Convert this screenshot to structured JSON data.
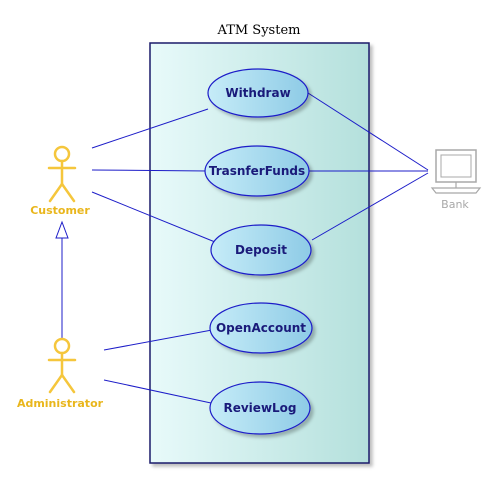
{
  "system": {
    "title": "ATM System"
  },
  "use_cases": [
    {
      "id": "withdraw",
      "label": "Withdraw"
    },
    {
      "id": "transfer",
      "label": "TrasnferFunds"
    },
    {
      "id": "deposit",
      "label": "Deposit"
    },
    {
      "id": "open",
      "label": "OpenAccount"
    },
    {
      "id": "review",
      "label": "ReviewLog"
    }
  ],
  "actors": {
    "customer": {
      "label": "Customer",
      "color": "#f5c63c"
    },
    "administrator": {
      "label": "Administrator",
      "color": "#f5c63c"
    },
    "bank": {
      "label": "Bank",
      "icon": "computer-icon",
      "color": "#a8a8a8"
    }
  },
  "associations": [
    [
      "customer",
      "withdraw"
    ],
    [
      "customer",
      "transfer"
    ],
    [
      "customer",
      "deposit"
    ],
    [
      "administrator",
      "open"
    ],
    [
      "administrator",
      "review"
    ],
    [
      "withdraw",
      "bank"
    ],
    [
      "transfer",
      "bank"
    ],
    [
      "deposit",
      "bank"
    ]
  ],
  "generalizations": [
    [
      "administrator",
      "customer"
    ]
  ],
  "colors": {
    "system_fill_light": "#e8fafa",
    "system_fill_dark": "#b4e0dc",
    "system_border": "#1a1a6a",
    "usecase_fill_light": "#c6ecf8",
    "usecase_fill_dark": "#8ecbe6",
    "usecase_border": "#1c1cc8",
    "line": "#1c1cc8"
  }
}
